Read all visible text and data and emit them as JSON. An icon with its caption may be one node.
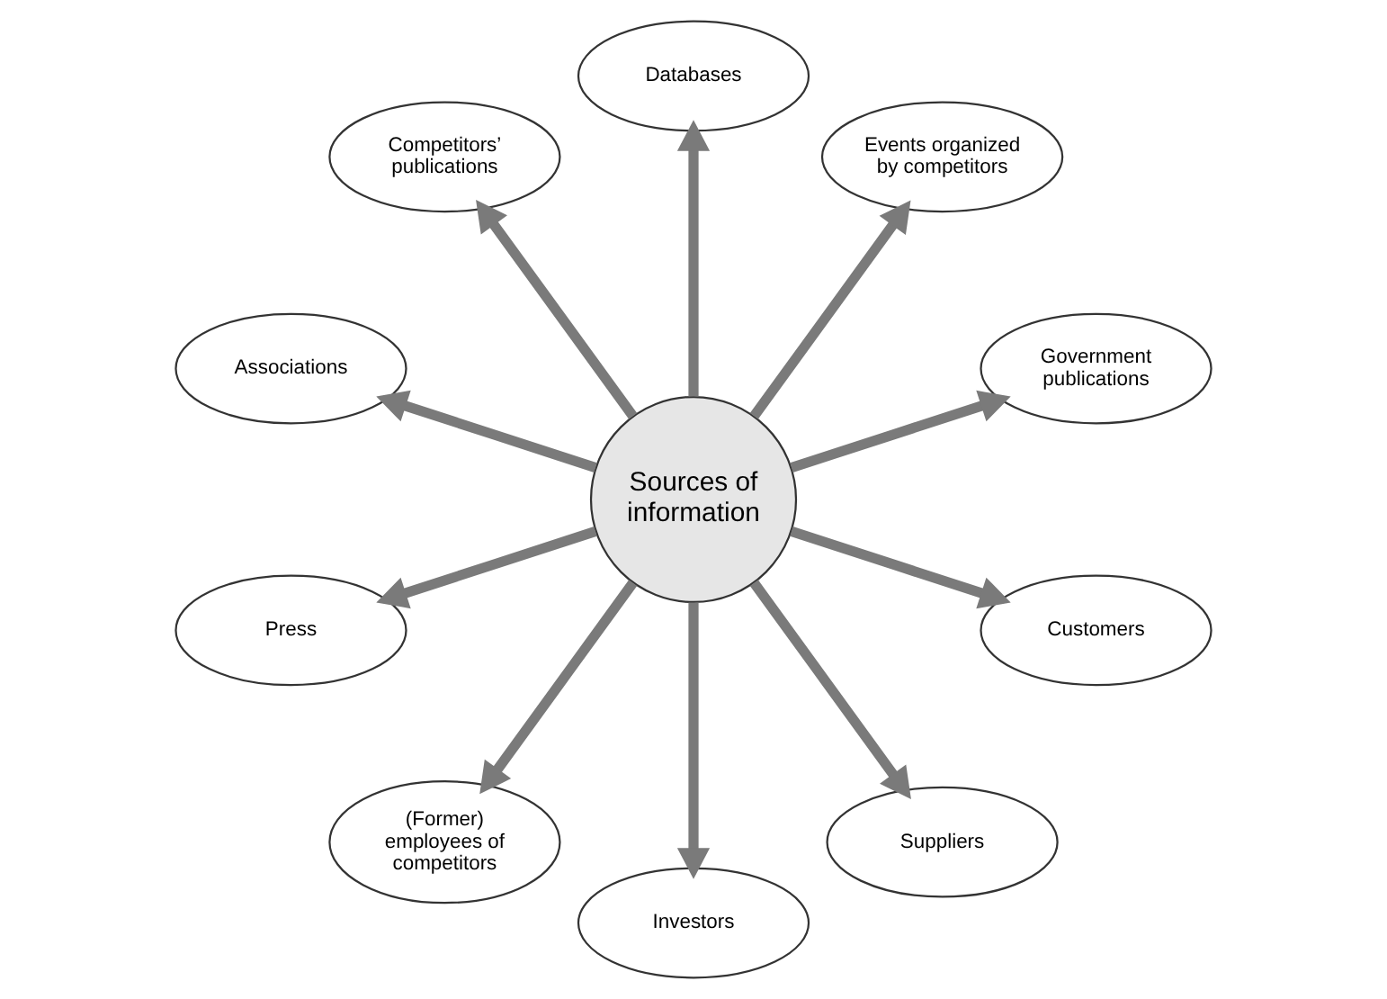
{
  "diagram": {
    "nodes": [
      {
        "text": [
          "Government publications"
        ]
      },
      {
        "text": [
          "Events organized by competitors"
        ]
      },
      {
        "text": [
          "Databases"
        ]
      },
      {
        "text": [
          "Competitors’ publications"
        ]
      },
      {
        "text": [
          "Associations"
        ]
      },
      {
        "text": [
          "Sources of information"
        ]
      },
      {
        "text": [
          "Press"
        ]
      },
      {
        "text": [
          "(Former) employees of competitors"
        ]
      },
      {
        "text": [
          "Investors"
        ]
      },
      {
        "text": [
          "Suppliers"
        ]
      },
      {
        "text": [
          "Customers"
        ]
      }
    ],
    "edges": [
      {
        "from": 5,
        "to": 0,
        "arrow": "to"
      },
      {
        "from": 5,
        "to": 1,
        "arrow": "to"
      },
      {
        "from": 5,
        "to": 3,
        "arrow": "to"
      },
      {
        "from": 5,
        "to": 6,
        "arrow": "to"
      },
      {
        "from": 5,
        "to": 8,
        "arrow": "to"
      },
      {
        "from": 5,
        "to": 10,
        "arrow": "to"
      },
      {
        "from": 5,
        "to": 9,
        "arrow": "to"
      },
      {
        "from": 5,
        "to": 7,
        "arrow": "to"
      },
      {
        "from": 5,
        "to": 4,
        "arrow": "to"
      },
      {
        "from": 5,
        "to": 2,
        "arrow": "to"
      }
    ]
  }
}
